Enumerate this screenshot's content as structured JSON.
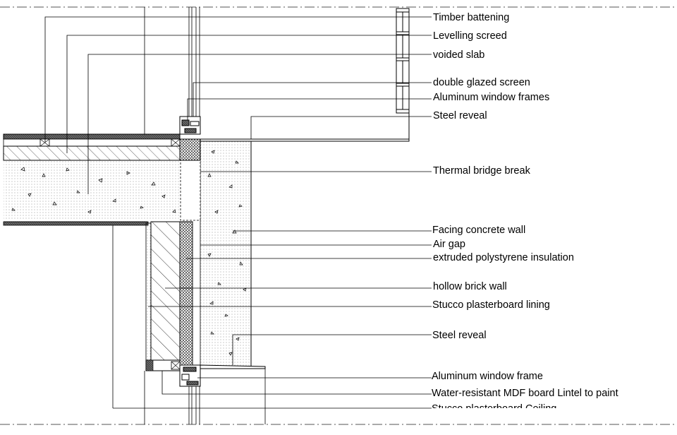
{
  "labels": [
    "Timber battening",
    "Levelling screed",
    "voided slab",
    "double glazed screen",
    "Aluminum window frames",
    "Steel reveal",
    "Thermal bridge break",
    "Facing concrete wall",
    "Air gap",
    "extruded polystyrene insulation",
    "hollow brick wall",
    "Stucco plasterboard lining",
    "Steel reveal",
    "Aluminum window frame",
    "Water-resistant MDF board Lintel to paint",
    "Stucco plasterboard Ceiling"
  ]
}
